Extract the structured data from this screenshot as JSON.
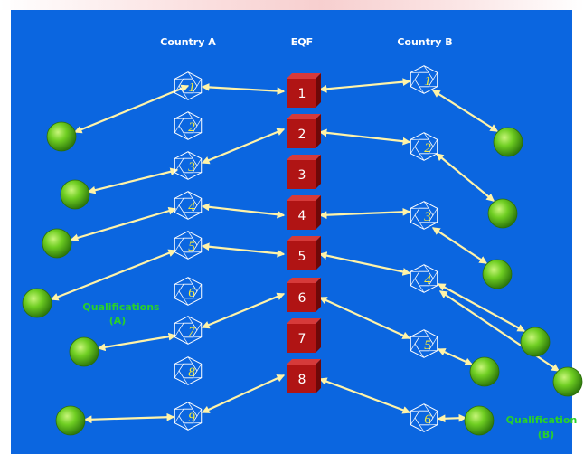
{
  "headers": {
    "country_a": "Country A",
    "eqf": "EQF",
    "country_b": "Country B"
  },
  "labels": {
    "qual_a_line1": "Qualifications",
    "qual_a_line2": "(A)",
    "qual_b_line1": "Qualification",
    "qual_b_line2": "(B)"
  },
  "eqf_levels": [
    "1",
    "2",
    "3",
    "4",
    "5",
    "6",
    "7",
    "8"
  ],
  "country_a_levels": [
    "1",
    "2",
    "3",
    "4",
    "5",
    "6",
    "7",
    "8",
    "9"
  ],
  "country_b_levels": [
    "1",
    "2",
    "3",
    "4",
    "5",
    "6"
  ],
  "colors": {
    "background": "#0b66e0",
    "eqf_box": "#b01414",
    "arrow": "#fff3a8",
    "qualification_ball": "#5fc41e",
    "level_digit": "#f4ea3b",
    "qualification_label": "#29d12a"
  }
}
